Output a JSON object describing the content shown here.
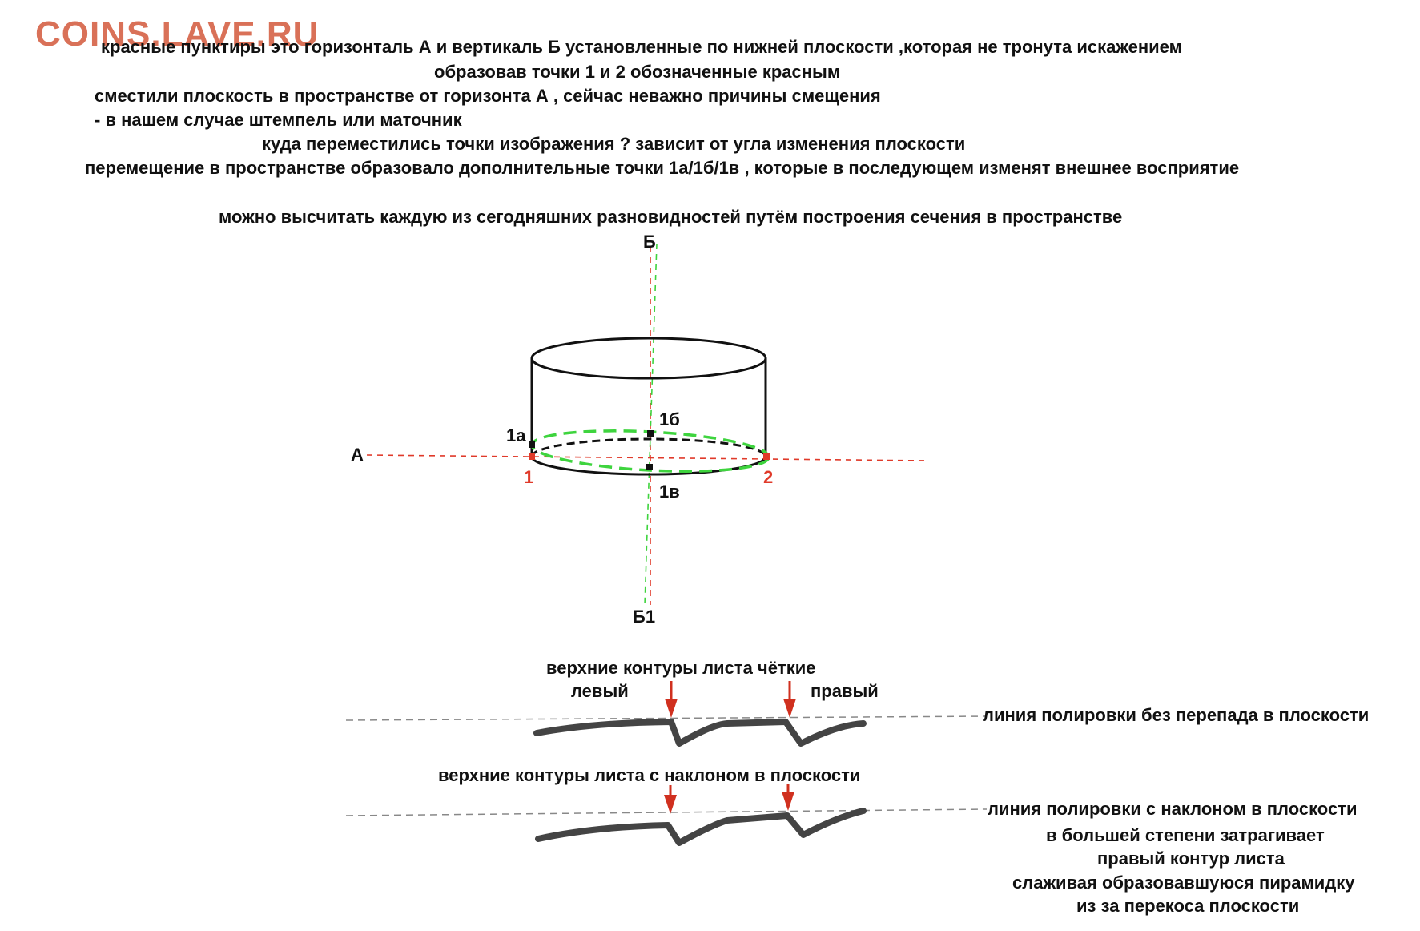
{
  "watermark": "COINS.LAVE.RU",
  "intro": {
    "line1": "красные пунктиры это горизонталь А и вертикаль Б установленные по нижней плоскости  ,которая не тронута искажением",
    "line2": "образовав точки 1 и 2 обозначенные красным",
    "line3": "сместили плоскость в пространстве от горизонта А  , сейчас неважно причины смещения",
    "line4": "- в нашем случае штемпель или  маточник",
    "line5": "куда переместились точки изображения ? зависит от угла изменения плоскости",
    "line6": "перемещение в пространстве образовало дополнительные точки 1а/1б/1в , которые в последующем изменят внешнее восприятие",
    "line7": "можно высчитать каждую из сегодняшних разновидностей путём построения сечения в пространстве"
  },
  "diagram": {
    "label_B": "Б",
    "label_B1": "Б1",
    "label_A": "А",
    "label_1": "1",
    "label_2": "2",
    "label_1a": "1а",
    "label_1b": "1б",
    "label_1v": "1в"
  },
  "contours": {
    "upper_title": "верхние контуры листа чёткие",
    "left": "левый",
    "right": "правый",
    "line1_label": "линия полировки без перепада в плоскости",
    "lower_title": "верхние контуры листа с наклоном в плоскости",
    "line2_label": "линия полировки с наклоном в плоскости",
    "note1": "в большей степени затрагивает",
    "note2": "правый контур листа",
    "note3": "слаживая образовавшуюся пирамидку",
    "note4": "из за перекоса плоскости"
  },
  "colors": {
    "axis_red": "#e03a2a",
    "tilt_green": "#3ed43e",
    "arrow_red": "#d0301f",
    "watermark": "#d86a50"
  }
}
